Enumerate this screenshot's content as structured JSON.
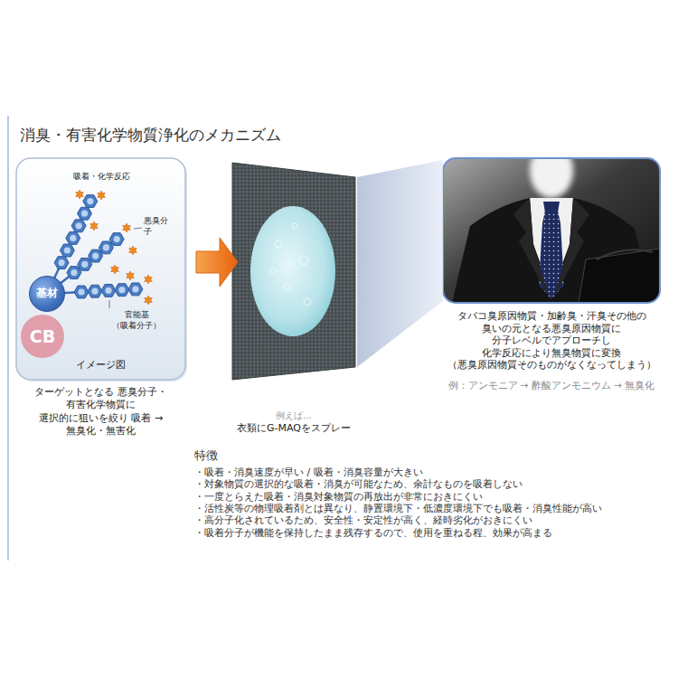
{
  "diagram": {
    "title": "消臭・有害化学物質浄化のメカニズム",
    "nodes": [
      {
        "text": [
          "吸着・化学反応",
          "悪臭分子",
          "官能基 （吸着分子）",
          "イメージ図",
          "ターゲットとなる 悪臭分子・有害化学物質に 選択的に狙いを絞り 吸着 → 無臭化・無害化"
        ]
      },
      {
        "text": [
          "基材"
        ],
        "in": 0
      },
      {
        "text": [
          "例えば...",
          "衣類にG-MAQをスプレー"
        ]
      },
      {
        "text": [
          "タバコ臭原因物質・加齢臭・汗臭その他の 臭いの元となる悪臭原因物質に 分子レベルでアプローチし 化学反応により無臭物質に変換 （悪臭原因物質そのものがなくなってしまう）",
          "例：アンモニア → 酢酸アンモニウム → 無臭化"
        ]
      }
    ],
    "edges": [
      {
        "from": 0,
        "to": 2,
        "arrow": "to"
      },
      {
        "from": 2,
        "to": 3,
        "arrow": "none"
      }
    ],
    "labels": [
      "特徴",
      "・吸着・消臭速度が早い / 吸着・消臭容量が大きい",
      "・対象物質の選択的な吸着・消臭が可能なため、余計なものを吸着しない",
      "・一度とらえた吸着・消臭対象物質の再放出が非常におきにくい",
      "・活性炭等の物理吸着剤とは異なり、静置環境下・低濃度環境下でも吸着・消臭性能が高い",
      "・高分子化されているため、安全性・安定性が高く、経時劣化がおきにくい",
      "・吸着分子が機能を保持したまま残存するので、使用を重ねる程、効果が高まる",
      "CB"
    ]
  }
}
